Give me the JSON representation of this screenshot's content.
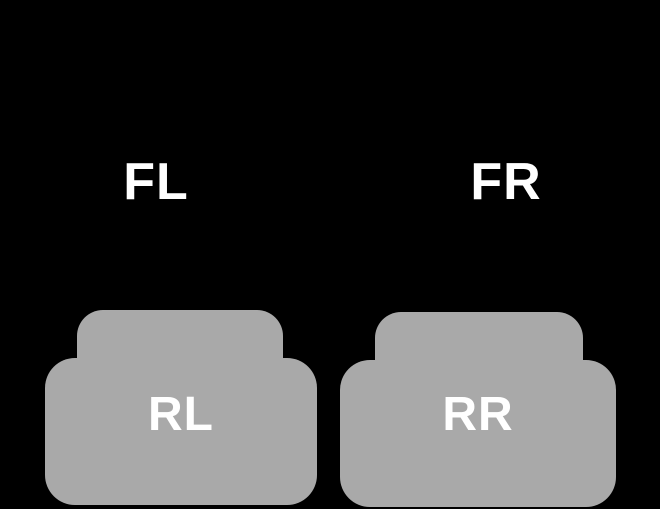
{
  "scene": {
    "background_color": "#000000",
    "mat_color": "#a9a9a9",
    "label_color": "#ffffff"
  },
  "labels": {
    "front_left": "FL",
    "front_right": "FR",
    "rear_left": "RL",
    "rear_right": "RR"
  }
}
